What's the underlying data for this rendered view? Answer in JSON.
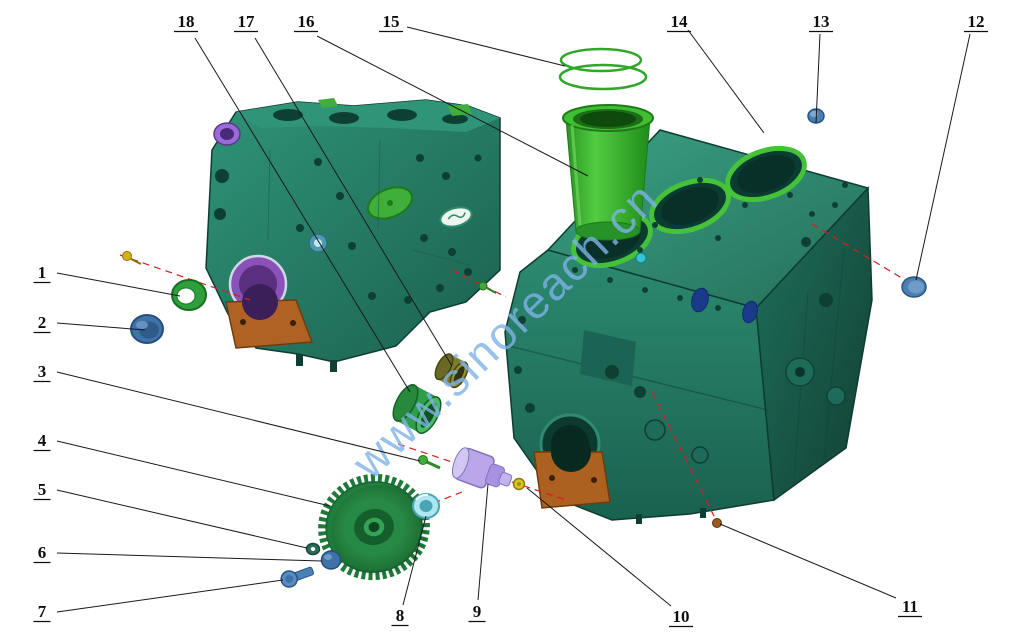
{
  "palette": {
    "block_teal": "#2a8a6f",
    "block_teal_dark": "#1a614f",
    "liner_green": "#3fbe33",
    "bearing_cap_orange": "#b06224",
    "centerline_red": "#d22020",
    "watermark_blue": "#7fb2e8",
    "plug_blue": "#4a7fb5",
    "gear_green": "#2fa352",
    "camshaft_purple": "#b9a7ea"
  },
  "diagram": {
    "watermark": "www.sinoreach.cn",
    "callouts": [
      {
        "label": "1"
      },
      {
        "label": "2"
      },
      {
        "label": "3"
      },
      {
        "label": "4"
      },
      {
        "label": "5"
      },
      {
        "label": "6"
      },
      {
        "label": "7"
      },
      {
        "label": "8"
      },
      {
        "label": "9"
      },
      {
        "label": "10"
      },
      {
        "label": "11"
      },
      {
        "label": "12"
      },
      {
        "label": "13"
      },
      {
        "label": "14"
      },
      {
        "label": "15"
      },
      {
        "label": "16"
      },
      {
        "label": "17"
      },
      {
        "label": "18"
      }
    ]
  }
}
